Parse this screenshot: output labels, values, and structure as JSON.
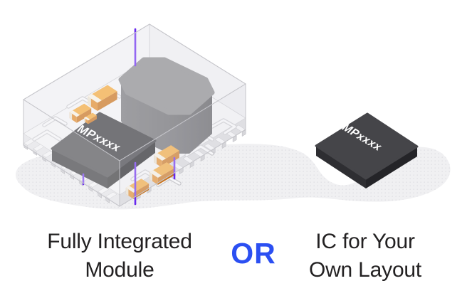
{
  "illustration": {
    "module": {
      "chip_label": "MPxxxx",
      "caption": {
        "line1": "Fully Integrated",
        "line2": "Module"
      }
    },
    "or_divider": {
      "label": "OR"
    },
    "ic": {
      "chip_label": "MPxxxx",
      "caption": {
        "line1": "IC for Your",
        "line2": "Own Layout"
      }
    },
    "colors": {
      "accent_blue": "#2B4FF2",
      "caption_text": "#232122",
      "capacitor_orange": "#F2A83C",
      "bond_wire_purple": "#6729EE",
      "chip_body_gray": "#3B3B3F",
      "inductor_gray": "#8A8A8D",
      "blob_gray": "#F0F0F2"
    }
  }
}
